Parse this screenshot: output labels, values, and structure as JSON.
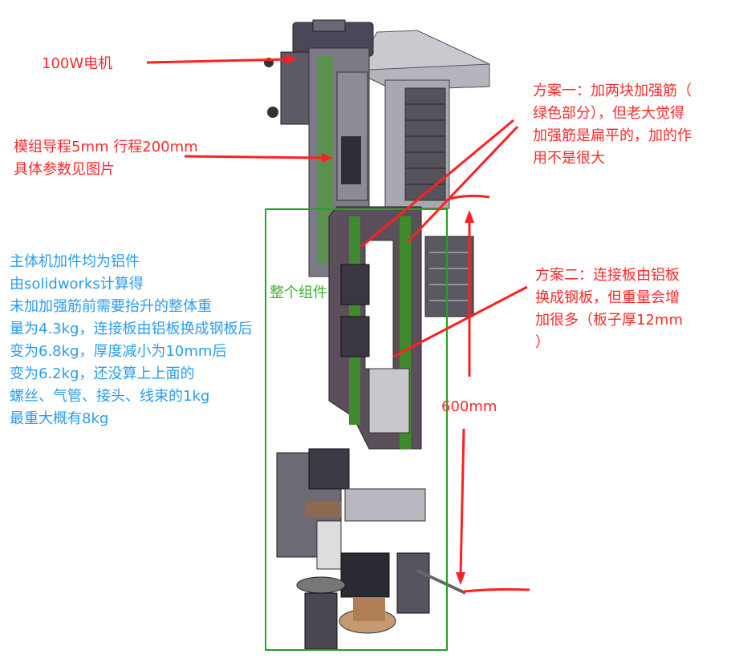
{
  "annotations": {
    "motor": "100W电机",
    "module": [
      "模组导程5mm  行程200mm",
      "具体参数见图片"
    ],
    "weight_note": [
      "主体机加件均为铝件",
      "由solidworks计算得",
      "未加加强筋前需要抬升的整体重",
      "量为4.3kg，连接板由铝板换成钢板后",
      "变为6.8kg，厚度减小为10mm后",
      "变为6.2kg，还没算上上面的",
      "螺丝、气管、接头、线束的1kg",
      "最重大概有8kg"
    ],
    "assembly_label": "整个组件",
    "plan_one": [
      "方案一：加两块加强筋（",
      "绿色部分），但老大觉得",
      "加强筋是扁平的，加的作",
      "用不是很大"
    ],
    "plan_two": [
      "方案二：连接板由铝板",
      "换成钢板，但重量会增",
      "加很多（板子厚12mm",
      "）"
    ],
    "dimension": "600mm"
  },
  "colors": {
    "annotation_red": "#ff2a2a",
    "note_blue": "#2b9cf2",
    "assembly_green": "#22a322"
  }
}
